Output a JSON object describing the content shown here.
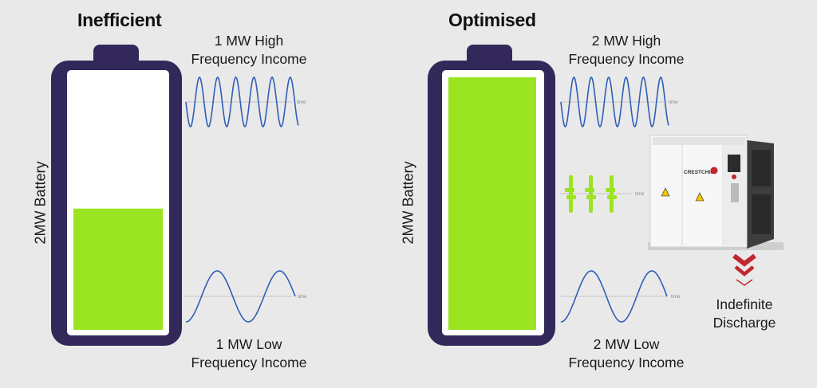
{
  "left_panel": {
    "heading": "Inefficient",
    "battery_label": "2MW Battery",
    "charge_level": 0.48,
    "high_caption_line1": "1 MW High",
    "high_caption_line2": "Frequency Income",
    "low_caption_line1": "1 MW Low",
    "low_caption_line2": "Frequency Income",
    "axis_label": "time"
  },
  "right_panel": {
    "heading": "Optimised",
    "battery_label": "2MW Battery",
    "charge_level": 1.0,
    "high_caption_line1": "2 MW High",
    "high_caption_line2": "Frequency Income",
    "low_caption_line1": "2 MW Low",
    "low_caption_line2": "Frequency Income",
    "axis_label": "time",
    "load_bank_brand": "CRESTCHIC",
    "discharge_line1": "Indefinite",
    "discharge_line2": "Discharge"
  },
  "colors": {
    "battery_frame": "#33285a",
    "charge_fill": "#9be422",
    "wave_stroke": "#2f5fb7",
    "discharge_arrow": "#c2272d",
    "background": "#e9e9e9"
  },
  "icons": [
    "battery-icon",
    "sine-wave-icon",
    "pulse-icon",
    "load-bank-icon",
    "chevron-down-icon"
  ]
}
